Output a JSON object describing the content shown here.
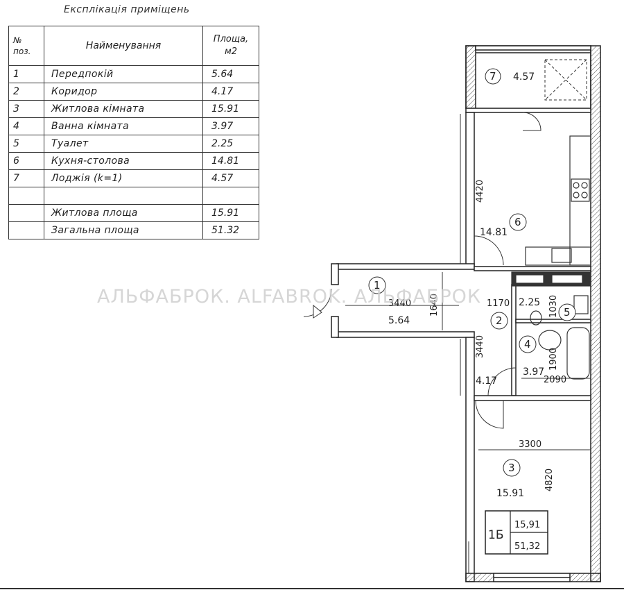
{
  "explication": {
    "title": "Експлікація приміщень",
    "header": {
      "no_line1": "№",
      "no_line2": "поз.",
      "name": "Найменування",
      "area_line1": "Площа,",
      "area_line2": "м2"
    },
    "rows": [
      {
        "no": "1",
        "name": "Передпокій",
        "area": "5.64"
      },
      {
        "no": "2",
        "name": "Коридор",
        "area": "4.17"
      },
      {
        "no": "3",
        "name": "Житлова кімната",
        "area": "15.91"
      },
      {
        "no": "4",
        "name": "Ванна кімната",
        "area": "3.97"
      },
      {
        "no": "5",
        "name": "Туалет",
        "area": "2.25"
      },
      {
        "no": "6",
        "name": "Кухня-столова",
        "area": "14.81"
      },
      {
        "no": "7",
        "name": "Лоджія (k=1)",
        "area": "4.57"
      }
    ],
    "living_area_label": "Житлова площа",
    "living_area": "15.91",
    "total_area_label": "Загальна площа",
    "total_area": "51.32"
  },
  "plan": {
    "rooms": [
      {
        "no": "1",
        "area": "5.64"
      },
      {
        "no": "2",
        "area": "4.17"
      },
      {
        "no": "3",
        "area": "15.91"
      },
      {
        "no": "4",
        "area": "3.97"
      },
      {
        "no": "5",
        "area": "2.25"
      },
      {
        "no": "6",
        "area": "14.81"
      },
      {
        "no": "7",
        "area": "4.57"
      }
    ],
    "dimensions": [
      "4420",
      "3440",
      "1640",
      "1170",
      "1030",
      "3440",
      "1900",
      "2090",
      "3300",
      "4820"
    ],
    "stamp": {
      "type": "1Б",
      "living": "15,91",
      "total": "51,32"
    }
  },
  "watermark": "АЛЬФАБРОК. ALFABROK. АЛЬФАБРОК"
}
